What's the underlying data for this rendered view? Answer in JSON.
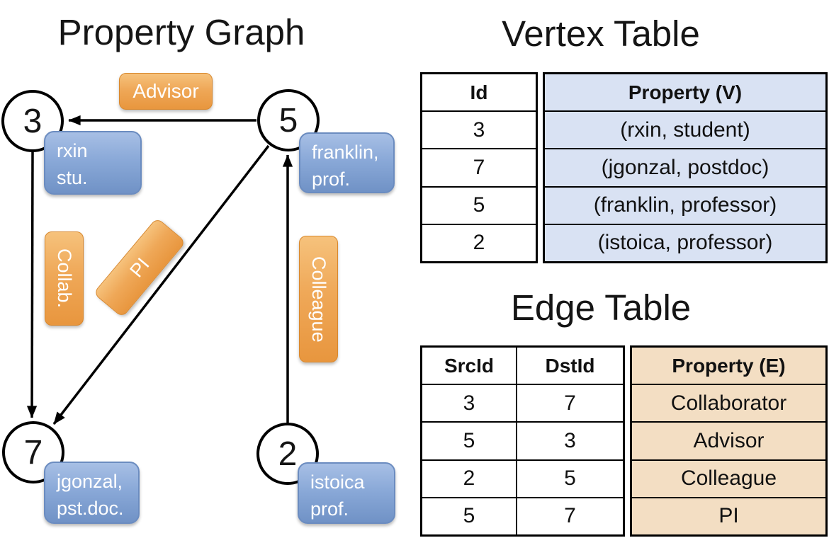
{
  "graph": {
    "title": "Property Graph",
    "nodes": {
      "n3": {
        "id": "3",
        "line1": "rxin",
        "line2": "stu."
      },
      "n5": {
        "id": "5",
        "line1": "franklin,",
        "line2": "prof."
      },
      "n7": {
        "id": "7",
        "line1": "jgonzal,",
        "line2": "pst.doc."
      },
      "n2": {
        "id": "2",
        "line1": "istoica",
        "line2": "prof."
      }
    },
    "edge_labels": {
      "advisor": "Advisor",
      "collab": "Collab.",
      "pi": "PI",
      "colleague": "Colleague"
    },
    "edges": [
      {
        "from": "5",
        "to": "3",
        "label": "Advisor"
      },
      {
        "from": "3",
        "to": "7",
        "label": "Collab."
      },
      {
        "from": "5",
        "to": "7",
        "label": "PI"
      },
      {
        "from": "2",
        "to": "5",
        "label": "Colleague"
      }
    ]
  },
  "vertex_table": {
    "title": "Vertex Table",
    "headers": {
      "id": "Id",
      "property": "Property (V)"
    },
    "rows": [
      {
        "id": "3",
        "property": "(rxin, student)"
      },
      {
        "id": "7",
        "property": "(jgonzal, postdoc)"
      },
      {
        "id": "5",
        "property": "(franklin, professor)"
      },
      {
        "id": "2",
        "property": "(istoica, professor)"
      }
    ]
  },
  "edge_table": {
    "title": "Edge Table",
    "headers": {
      "src": "SrcId",
      "dst": "DstId",
      "property": "Property (E)"
    },
    "rows": [
      {
        "src": "3",
        "dst": "7",
        "property": "Collaborator"
      },
      {
        "src": "5",
        "dst": "3",
        "property": "Advisor"
      },
      {
        "src": "2",
        "dst": "5",
        "property": "Colleague"
      },
      {
        "src": "5",
        "dst": "7",
        "property": "PI"
      }
    ]
  },
  "colors": {
    "edge_label_fill": "#efa858",
    "vertex_label_fill": "#8aa9d8",
    "vertex_cell_bg": "#d9e2f3",
    "edge_cell_bg": "#f3dec3"
  }
}
